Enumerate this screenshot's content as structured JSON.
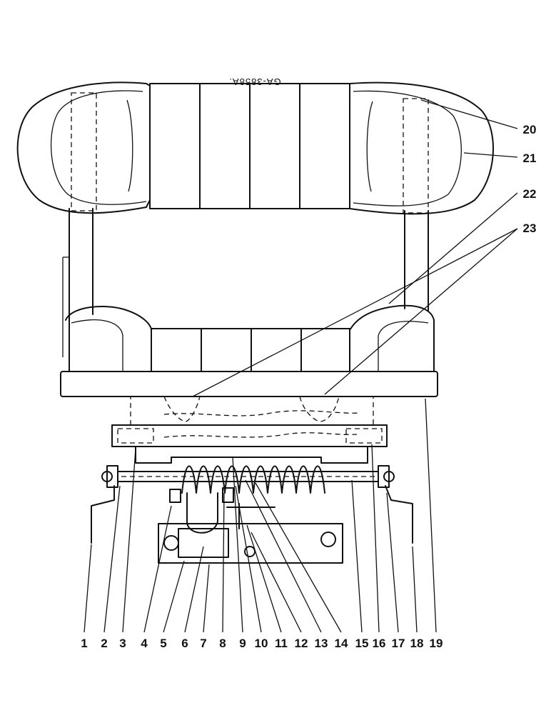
{
  "drawing": {
    "id_label": "GA-3858A.",
    "callouts": [
      "1",
      "2",
      "3",
      "4",
      "5",
      "6",
      "7",
      "8",
      "9",
      "10",
      "11",
      "12",
      "13",
      "14",
      "15",
      "16",
      "17",
      "18",
      "19",
      "20",
      "21",
      "22",
      "23"
    ]
  }
}
